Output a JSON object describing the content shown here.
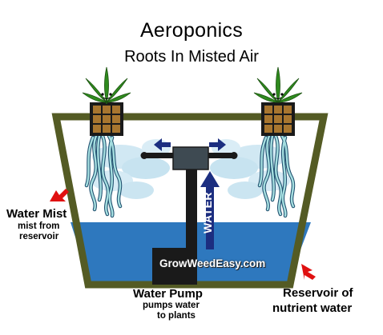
{
  "diagram": {
    "title": "Aeroponics",
    "subtitle": "Roots In Misted Air",
    "labels": {
      "water_mist": "Water Mist",
      "water_mist_sub": [
        "mist from",
        "reservoir"
      ],
      "water_pump": "Water Pump",
      "water_pump_sub": [
        "pumps water",
        "to plants"
      ],
      "reservoir": [
        "Reservoir of",
        "nutrient water"
      ],
      "water_arrow": "WATER",
      "brand": "GrowWeedEasy.com"
    },
    "colors": {
      "container_border": "#545B24",
      "water": "#2E78BE",
      "pipe": "#1A1A1A",
      "arrow": "#1C2E80",
      "mist": "#C5E2F0",
      "root": "#A5DEE0",
      "leaf": "#2F8A1E",
      "net_pot": "#1A1A1A",
      "rockwool": "#A8762F",
      "red_arrow": "#E01010"
    },
    "icons": [
      "cannabis-leaf-icon",
      "net-pot-icon",
      "red-arrow-icon",
      "mist-spray-icon"
    ]
  }
}
